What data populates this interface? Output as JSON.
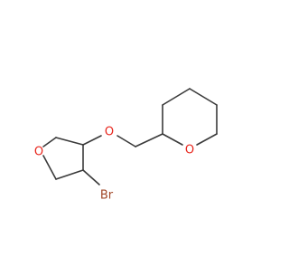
{
  "molecule": {
    "colors": {
      "bond": "#3a3a3a",
      "oxygen": "#e8251c",
      "bromine": "#a2492a"
    },
    "atoms": {
      "thf_oxygen": {
        "symbol": "O"
      },
      "ether_oxygen": {
        "symbol": "O"
      },
      "thp_oxygen": {
        "symbol": "O"
      },
      "bromine": {
        "symbol": "Br"
      }
    }
  }
}
